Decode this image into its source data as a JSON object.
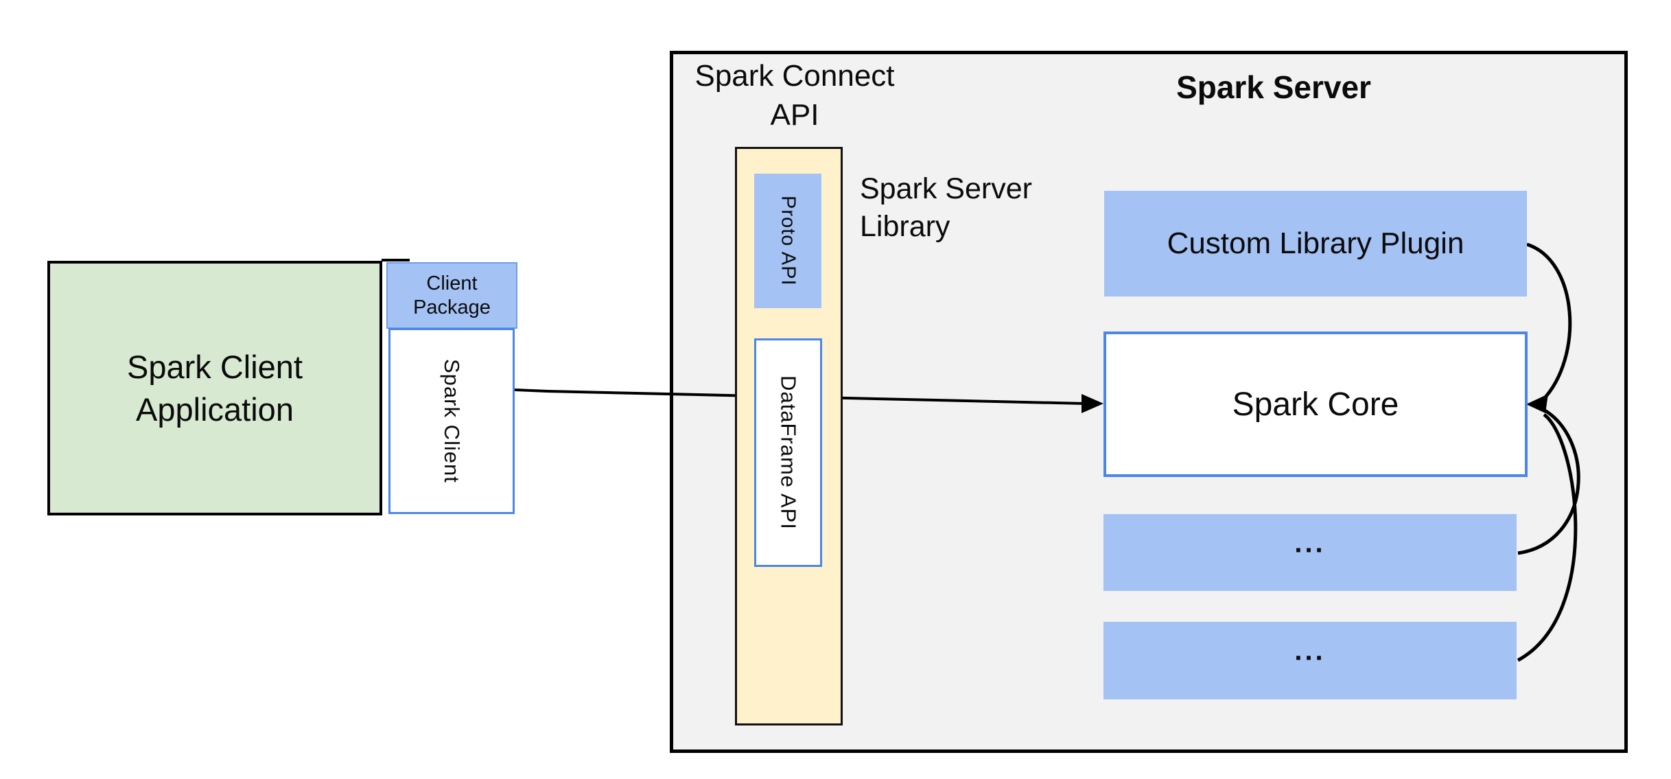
{
  "colors": {
    "green_fill": "#d7e9d1",
    "blue_fill": "#a4c2f4",
    "cream_fill": "#fff1cb",
    "gray_fill": "#f2f2f2",
    "blue_border": "#4a86e8",
    "package_border": "#6d9eeb",
    "line_color": "#000000"
  },
  "client_app": {
    "line1": "Spark Client",
    "line2": "Application"
  },
  "client_package": {
    "line1": "Client",
    "line2": "Package"
  },
  "spark_client_box": {
    "label": "Spark Client"
  },
  "connect_api": {
    "line1": "Spark Connect",
    "line2": "API"
  },
  "proto_api": {
    "label": "Proto API"
  },
  "dataframe_api": {
    "label": "DataFrame API"
  },
  "server_library": {
    "line1": "Spark Server",
    "line2": "Library"
  },
  "server": {
    "title": "Spark Server",
    "plugin": "Custom Library Plugin",
    "core": "Spark Core",
    "more1": "...",
    "more2": "..."
  }
}
